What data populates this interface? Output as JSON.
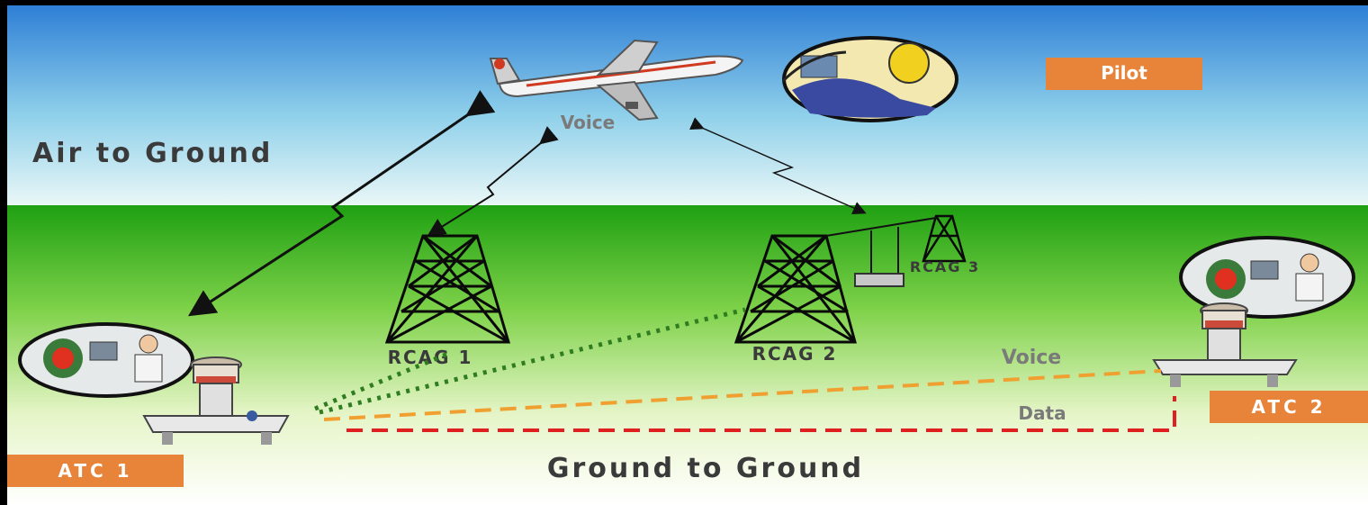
{
  "labels": {
    "voice_top": "Voice",
    "air_to_ground": "Air to Ground",
    "pilot": "Pilot",
    "rcag1": "RCAG 1",
    "rcag2": "RCAG 2",
    "rcag3": "RCAG 3",
    "voice_mid": "Voice",
    "data": "Data",
    "atc1": "ATC 1",
    "atc2": "ATC 2",
    "ground_to_ground": "Ground to Ground"
  },
  "colors": {
    "sky_top": "#2e7fd6",
    "sky_bottom": "#e8f6f6",
    "ground_top": "#1fa012",
    "ground_bottom": "#ffffff",
    "tag_orange": "#e8843a",
    "voice_line": "#f0a030",
    "data_line": "#e02020",
    "dotted_green": "#2f7d20"
  }
}
